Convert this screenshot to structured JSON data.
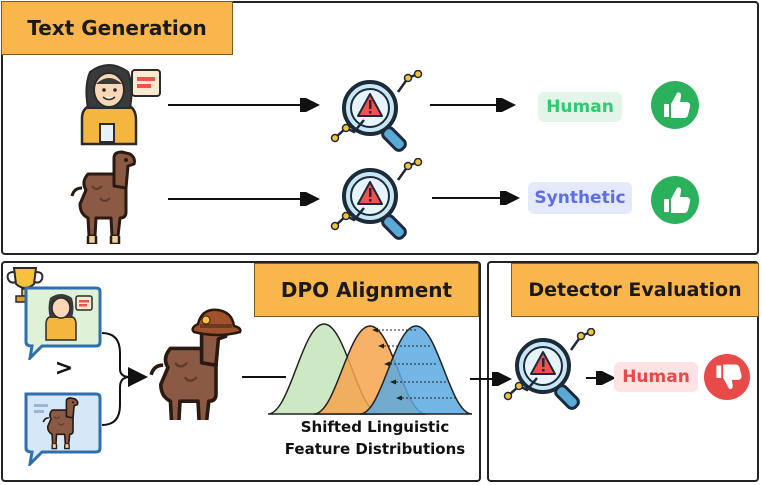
{
  "sections": {
    "text_generation": "Text Generation",
    "dpo_alignment": "DPO Alignment",
    "detector_evaluation": "Detector Evaluation"
  },
  "labels": {
    "human": "Human",
    "synthetic": "Synthetic",
    "human_eval": "Human",
    "preference_symbol": ">",
    "distribution_caption_line1": "Shifted Linguistic",
    "distribution_caption_line2": "Feature Distributions"
  },
  "colors": {
    "accent_orange": "#f8b64c",
    "human_green": "#2ecc71",
    "synthetic_blue": "#5b6ee8",
    "eval_red": "#e84a4a"
  },
  "icons": [
    "person-writing-icon",
    "llama-icon",
    "magnifier-alert-icon",
    "thumbs-up-icon",
    "thumbs-down-icon",
    "trophy-icon",
    "cowboy-llama-icon"
  ]
}
